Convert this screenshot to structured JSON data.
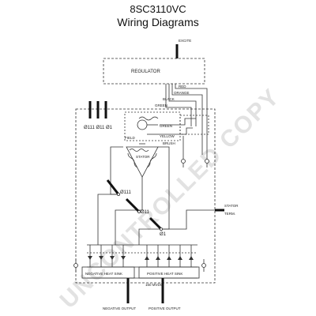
{
  "header": {
    "model": "8SC3110VC",
    "subtitle": "Wiring Diagrams"
  },
  "watermark": "UNCONTROLLED COPY",
  "labels": {
    "excite": "EXCITE",
    "regulator": "REGULATOR",
    "red": "RED",
    "orange": "ORANGE",
    "black": "BLACK",
    "green_top": "GREEN",
    "green_mid": "GREEN",
    "field": "FIELD",
    "yellow": "YELLOW",
    "brush": "BRUSH",
    "stator": "STATOR",
    "phases": "Ø111  Ø11  Ø1",
    "phase3": "Ø111",
    "phase2": "Ø11",
    "phase1": "Ø1",
    "stator_term_1": "STATOR",
    "stator_term_2": "TERM.",
    "neg_heat_sink": "NEGATIVE HEAT SINK",
    "pos_heat_sink": "POSITIVE HEAT SINK",
    "voltage": "160 MVDC",
    "neg_output": "NEGATIVE OUTPUT",
    "pos_output": "POSITIVE OUTPUT"
  },
  "colors": {
    "line": "#333333",
    "heavy": "#111111",
    "watermark": "#e2e2e2"
  }
}
